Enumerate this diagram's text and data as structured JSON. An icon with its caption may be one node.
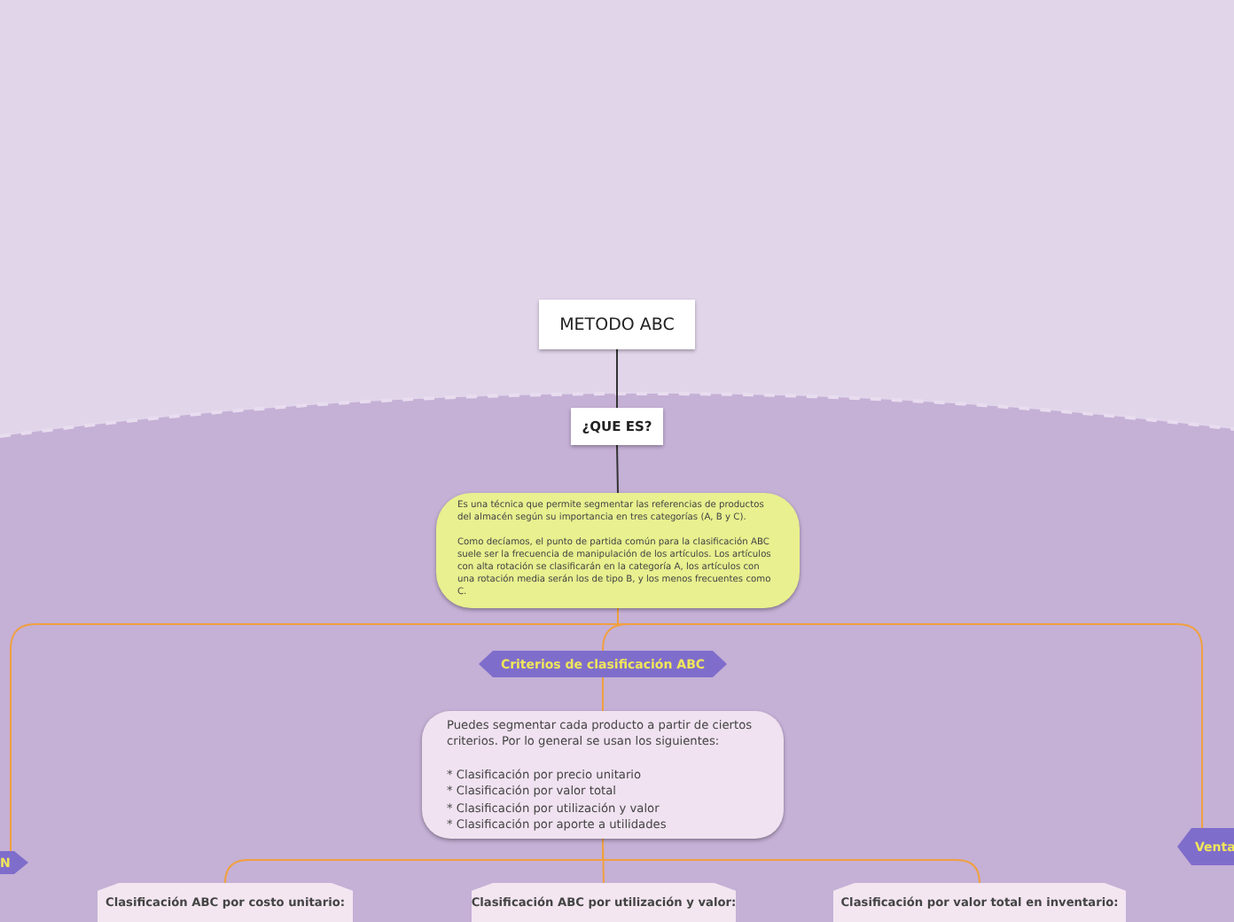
{
  "diagram": {
    "nodes": [
      {
        "text": [
          "METODO ABC"
        ]
      },
      {
        "text": [
          "¿QUE ES?"
        ]
      },
      {
        "text": [
          "Es una técnica que permite segmentar las referencias de productos del almacén según su importancia en tres categorías (A, B y C).",
          "Como decíamos, el punto de partida común para la clasificación ABC suele ser la frecuencia de manipulación de los artículos. Los artículos con alta rotación se clasificarán en la categoría A, los artículos con una rotación media serán los de tipo B, y los menos frecuentes como C."
        ]
      },
      {
        "text": [
          "Criterios de clasificación ABC"
        ]
      },
      {
        "text": [
          "Puedes segmentar cada producto a partir de ciertos criterios. Por lo general se usan los siguientes:",
          "* Clasificación por precio unitario",
          "* Clasificación por valor total",
          "* Clasificación por utilización y valor",
          "* Clasificación por aporte a utilidades"
        ]
      },
      {
        "text": [
          "N"
        ]
      },
      {
        "text": [
          "Venta"
        ]
      },
      {
        "text": [
          "Clasificación ABC por costo unitario:"
        ]
      },
      {
        "text": [
          "Clasificación ABC por utilización y valor:"
        ]
      },
      {
        "text": [
          "Clasificación por valor total en inventario:"
        ]
      }
    ],
    "edges": [
      {
        "from": 0,
        "to": 1,
        "arrow": "none",
        "color": "#333333"
      },
      {
        "from": 1,
        "to": 2,
        "arrow": "none",
        "color": "#333333"
      },
      {
        "from": 2,
        "to": 3,
        "arrow": "none",
        "color": "#f0a040"
      },
      {
        "from": 2,
        "to": 5,
        "arrow": "none",
        "color": "#f0a040"
      },
      {
        "from": 2,
        "to": 6,
        "arrow": "none",
        "color": "#f0a040"
      },
      {
        "from": 3,
        "to": 4,
        "arrow": "none",
        "color": "#f0a040"
      },
      {
        "from": 4,
        "to": 7,
        "arrow": "none",
        "color": "#f0a040"
      },
      {
        "from": 4,
        "to": 8,
        "arrow": "none",
        "color": "#f0a040"
      },
      {
        "from": 4,
        "to": 9,
        "arrow": "none",
        "color": "#f0a040"
      }
    ]
  }
}
